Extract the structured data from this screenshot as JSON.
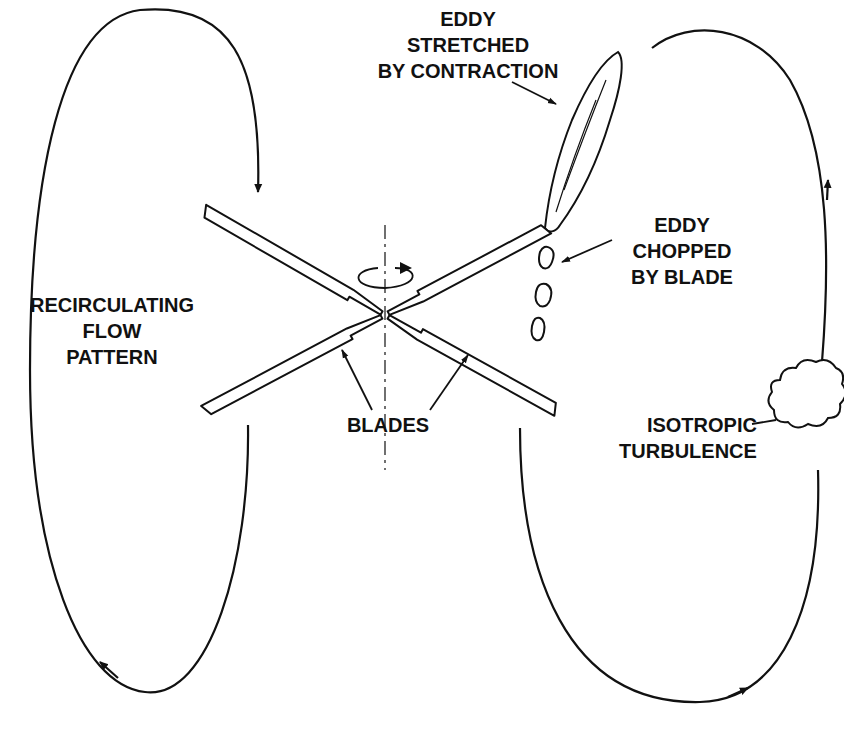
{
  "diagram": {
    "labels": [
      "EDDY STRETCHED BY CONTRACTION",
      "EDDY CHOPPED BY BLADE",
      "RECIRCULATING FLOW PATTERN",
      "BLADES",
      "ISOTROPIC TURBULENCE"
    ]
  }
}
